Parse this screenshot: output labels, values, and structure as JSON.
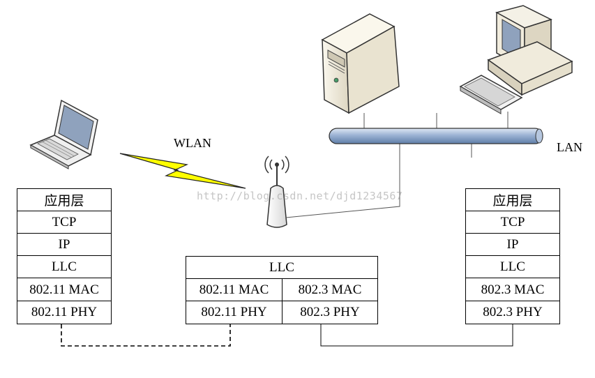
{
  "labels": {
    "wlan": "WLAN",
    "lan": "LAN"
  },
  "watermark": "http://blog.csdn.net/djd1234567",
  "left_stack": [
    "应用层",
    "TCP",
    "IP",
    "LLC",
    "802.11 MAC",
    "802.11 PHY"
  ],
  "middle_stack": {
    "top": "LLC",
    "left": [
      "802.11 MAC",
      "802.11 PHY"
    ],
    "right": [
      "802.3 MAC",
      "802.3 PHY"
    ]
  },
  "right_stack": [
    "应用层",
    "TCP",
    "IP",
    "LLC",
    "802.3 MAC",
    "802.3 PHY"
  ],
  "icons": [
    "laptop-icon",
    "server-tower-icon",
    "desktop-computer-icon",
    "access-point-icon",
    "lightning-link-icon",
    "lan-bus-cable-icon"
  ],
  "colors": {
    "bus": "#9cb3d4",
    "lightning": "#ffff00",
    "device_body": "#f3efe3"
  }
}
